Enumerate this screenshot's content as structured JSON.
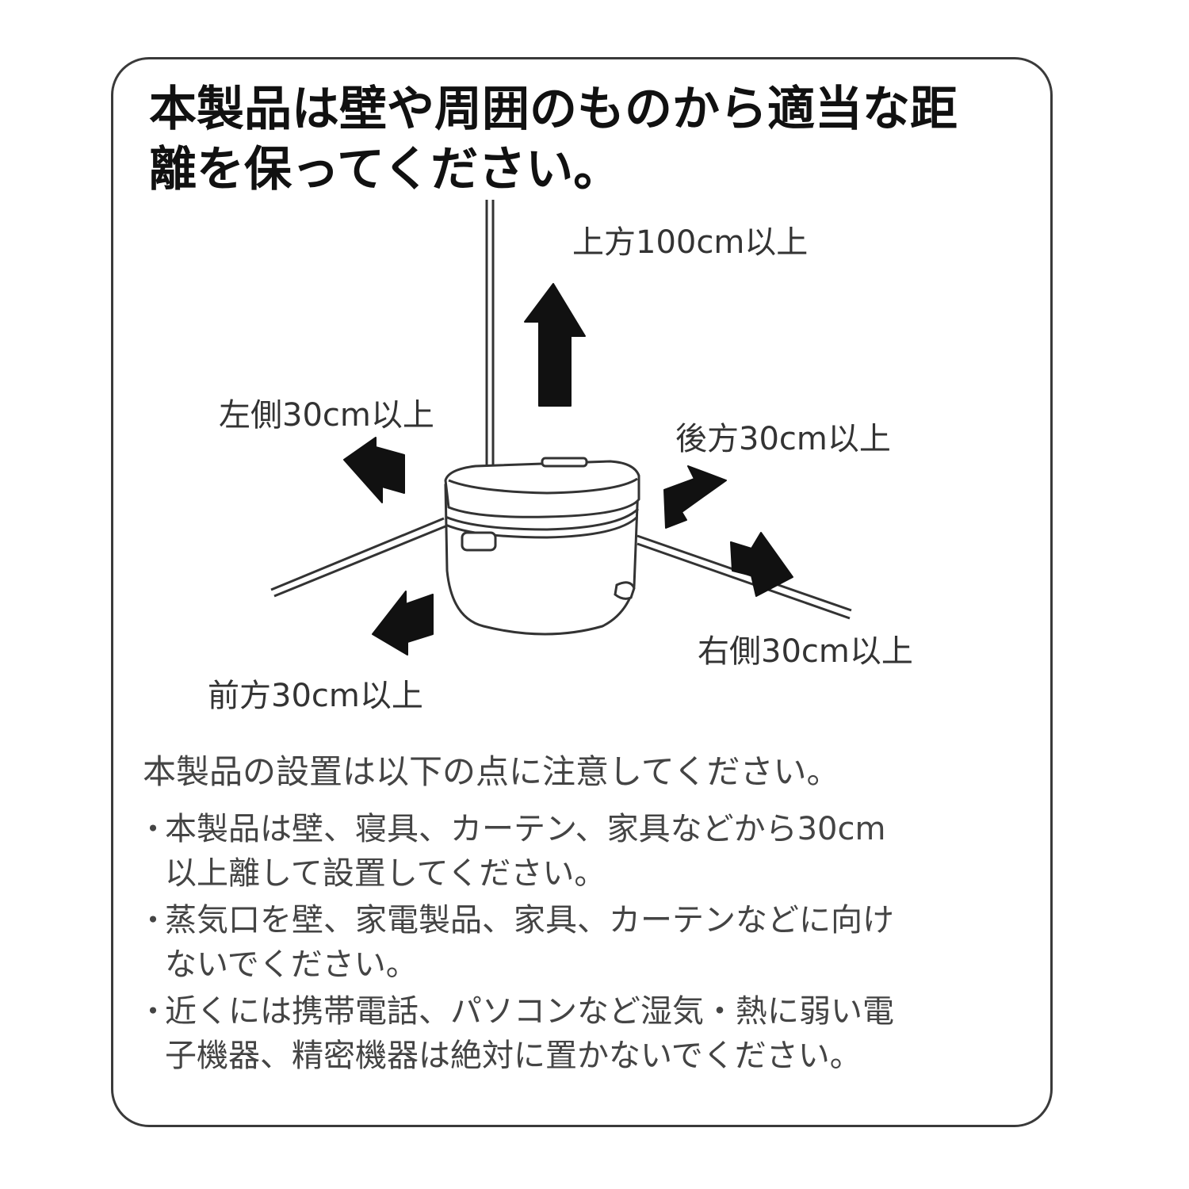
{
  "heading": {
    "line1": "本製品は壁や周囲のものから適当な距",
    "line2": "離を保ってください。"
  },
  "diagram": {
    "labels": {
      "top": "上方100cm以上",
      "left": "左側30cm以上",
      "back": "後方30cm以上",
      "right": "右側30cm以上",
      "front": "前方30cm以上"
    },
    "colors": {
      "line": "#333333",
      "arrow": "#111111",
      "device_fill": "#ffffff"
    }
  },
  "intro": "本製品の設置は以下の点に注意してください。",
  "notes": [
    {
      "bullet": "・",
      "line1": "本製品は壁、寝具、カーテン、家具などから30cm",
      "line2": "以上離して設置してください。"
    },
    {
      "bullet": "・",
      "line1": "蒸気口を壁、家電製品、家具、カーテンなどに向け",
      "line2": "ないでください。"
    },
    {
      "bullet": "・",
      "line1": "近くには携帯電話、パソコンなど湿気・熱に弱い電",
      "line2": "子機器、精密機器は絶対に置かないでください。"
    }
  ]
}
